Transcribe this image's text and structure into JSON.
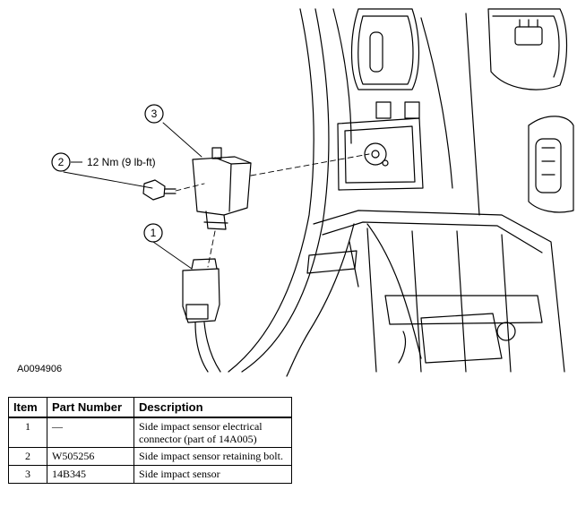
{
  "diagram": {
    "figure_id": "A0094906",
    "callouts": [
      {
        "number": "1",
        "note": ""
      },
      {
        "number": "2",
        "note": "12 Nm (9 lb-ft)"
      },
      {
        "number": "3",
        "note": ""
      }
    ]
  },
  "table": {
    "headers": [
      "Item",
      "Part Number",
      "Description"
    ],
    "rows": [
      {
        "item": "1",
        "part_number": "—",
        "description": "Side impact sensor electrical connector (part of 14A005)"
      },
      {
        "item": "2",
        "part_number": "W505256",
        "description": "Side impact sensor retaining bolt."
      },
      {
        "item": "3",
        "part_number": "14B345",
        "description": "Side impact sensor"
      }
    ]
  }
}
